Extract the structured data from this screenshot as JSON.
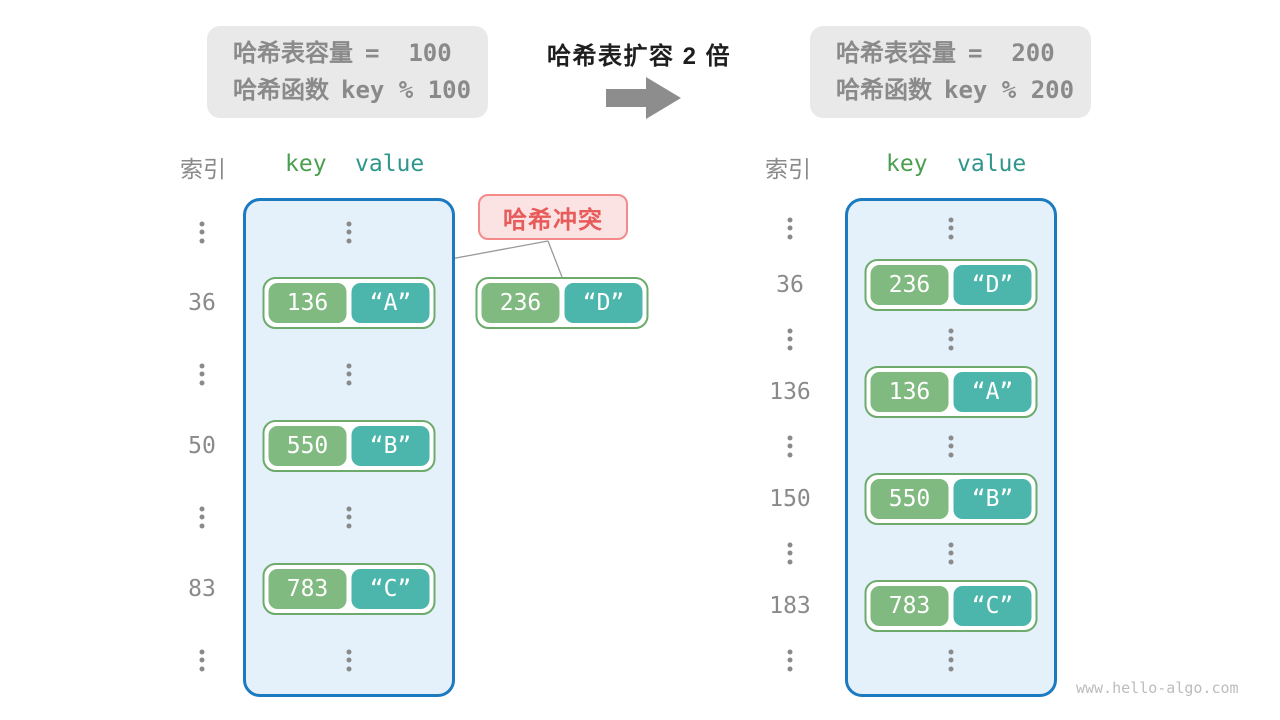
{
  "title": "哈希表扩容 2 倍",
  "before_box": {
    "line1_label": "哈希表容量",
    "line1_value": "=  100",
    "line2_label": "哈希函数",
    "line2_value": "key % 100"
  },
  "after_box": {
    "line1_label": "哈希表容量",
    "line1_value": "=  200",
    "line2_label": "哈希函数",
    "line2_value": "key % 200"
  },
  "left_table": {
    "index_header": "索引",
    "key_header": "key",
    "value_header": "value",
    "indices": [
      "36",
      "50",
      "83"
    ],
    "pairs": [
      {
        "key": "136",
        "value": "“A”"
      },
      {
        "key": "550",
        "value": "“B”"
      },
      {
        "key": "783",
        "value": "“C”"
      }
    ]
  },
  "right_table": {
    "index_header": "索引",
    "key_header": "key",
    "value_header": "value",
    "indices": [
      "36",
      "136",
      "150",
      "183"
    ],
    "pairs": [
      {
        "key": "236",
        "value": "“D”"
      },
      {
        "key": "136",
        "value": "“A”"
      },
      {
        "key": "550",
        "value": "“B”"
      },
      {
        "key": "783",
        "value": "“C”"
      }
    ]
  },
  "collision": {
    "label": "哈希冲突",
    "pair": {
      "key": "236",
      "value": "“D”"
    }
  },
  "watermark": "www.hello-algo.com",
  "colors": {
    "key_green": "#80ba80",
    "value_teal": "#4db6ac",
    "pair_border_green": "#6cab6c",
    "bucket_fill": "#e4f0fa",
    "bucket_border_blue": "#1b7ac0",
    "collision_red": "#e85b5b",
    "collision_pink": "#fbe3e3",
    "gray_text": "#8a8a8a",
    "info_box_gray": "#e9e9e9"
  }
}
